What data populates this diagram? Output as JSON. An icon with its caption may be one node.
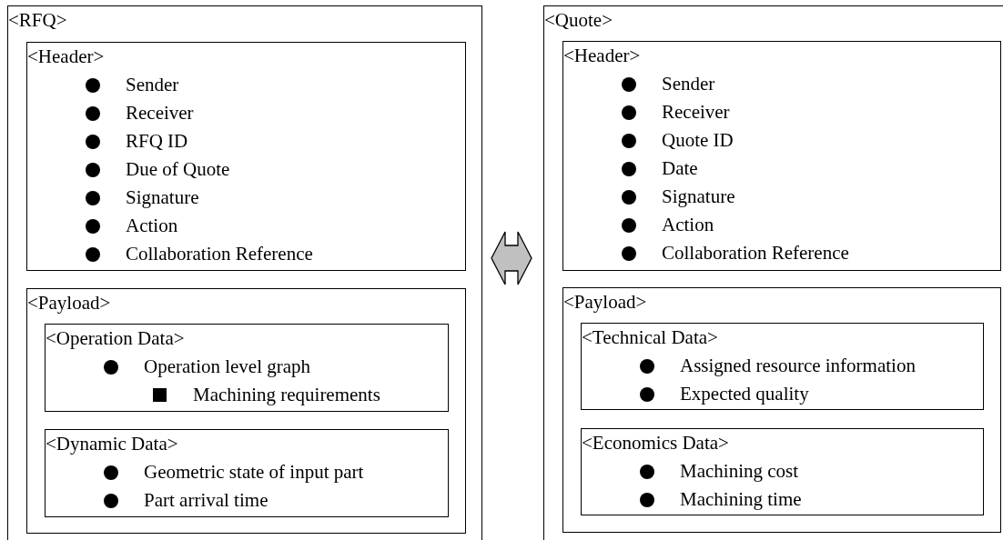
{
  "diagram": {
    "nodes": [
      {
        "text": [
          "<RFQ>"
        ]
      },
      {
        "text": [
          "<Header>",
          "Sender",
          "Receiver",
          "RFQ ID",
          "Due of Quote",
          "Signature",
          "Action",
          "Collaboration Reference"
        ],
        "in": 0
      },
      {
        "text": [
          "<Payload>"
        ],
        "in": 0
      },
      {
        "text": [
          "<Operation Data>",
          "Operation level graph",
          "Machining requirements"
        ],
        "in": 2
      },
      {
        "text": [
          "<Dynamic Data>",
          "Geometric state of input part",
          "Part arrival time"
        ],
        "in": 2
      },
      {
        "text": [
          "<Quote>"
        ]
      },
      {
        "text": [
          "<Header>",
          "Sender",
          "Receiver",
          "Quote ID",
          "Date",
          "Signature",
          "Action",
          "Collaboration Reference"
        ],
        "in": 5
      },
      {
        "text": [
          "<Payload>"
        ],
        "in": 5
      },
      {
        "text": [
          "<Technical Data>",
          "Assigned resource information",
          "Expected quality"
        ],
        "in": 7
      },
      {
        "text": [
          "<Economics Data>",
          "Machining cost",
          "Machining time"
        ],
        "in": 7
      }
    ],
    "edges": [
      {
        "from": 0,
        "to": 5,
        "arrow": "both"
      }
    ]
  }
}
